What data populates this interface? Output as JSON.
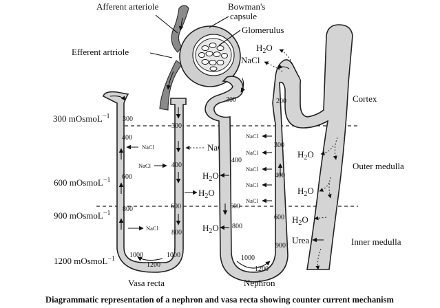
{
  "labels": {
    "afferent": "Afferent arteriole",
    "efferent": "Efferent artriole",
    "bowman_1": "Bowman's",
    "bowman_2": "capsule",
    "glomerulus": "Glomerulus",
    "cortex": "Cortex",
    "outer_medulla": "Outer medulla",
    "inner_medulla": "Inner medulla",
    "vasa_recta": "Vasa recta",
    "nephron": "Nephron",
    "urea": "Urea",
    "caption": "Diagrammatic representation of a nephron and vasa recta showing counter current mechanism"
  },
  "osmolarity_levels": [
    {
      "value": "300",
      "unit": "mOsmoL",
      "sup": "−1"
    },
    {
      "value": "600",
      "unit": "mOsmoL",
      "sup": "−1"
    },
    {
      "value": "900",
      "unit": "mOsmoL",
      "sup": "−1"
    },
    {
      "value": "1200",
      "unit": "mOsmoL",
      "sup": "−1"
    }
  ],
  "chem": {
    "h2o_h": "H",
    "h2o_2": "2",
    "h2o_o": "O",
    "nacl": "NaCl"
  },
  "vasa_values": {
    "down_300": "300",
    "down_400": "400",
    "down_600": "600",
    "down_800": "800",
    "up_300": "300",
    "up_400": "400",
    "up_600": "600",
    "up_800": "800",
    "left_1000": "1000",
    "right_1000": "1000",
    "bottom_1200": "1200"
  },
  "nephron_values": {
    "v300": "300",
    "v200": "200",
    "v400a": "400",
    "v600": "600",
    "v800": "800",
    "v300b": "300",
    "v400b": "400",
    "v600b": "600",
    "v900": "900",
    "v1000": "1000",
    "v1200": "1200"
  }
}
